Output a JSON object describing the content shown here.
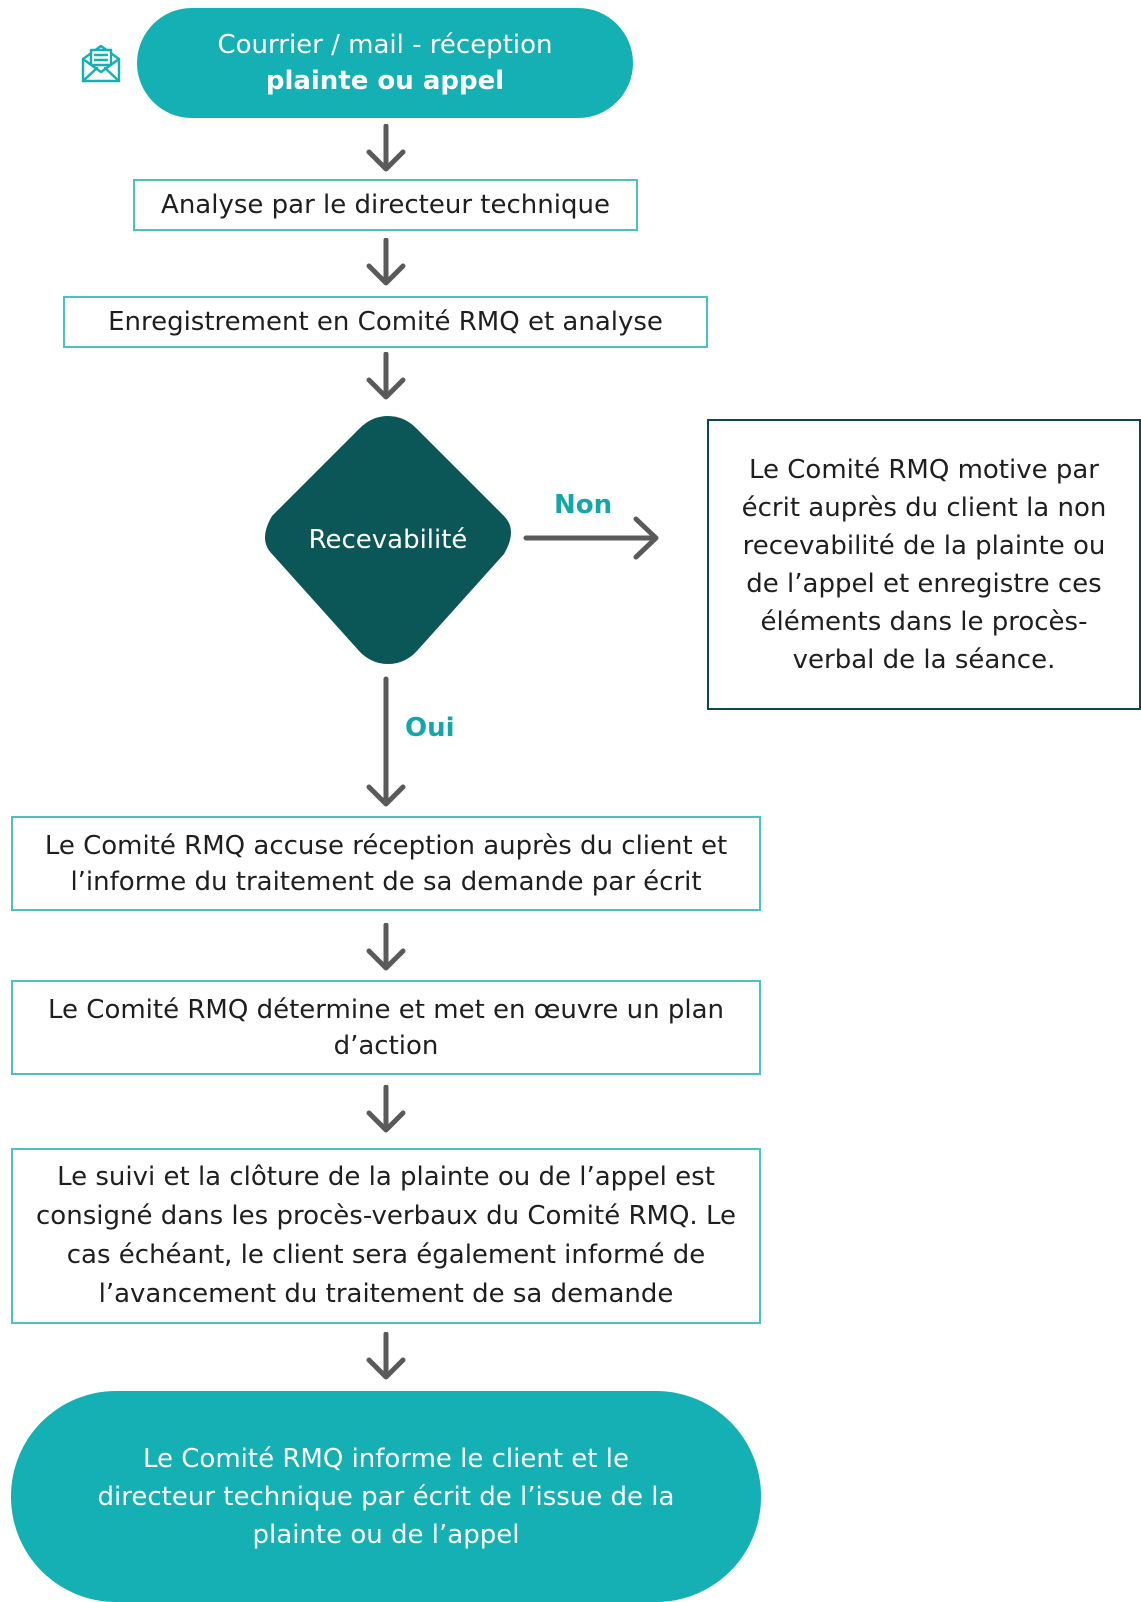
{
  "start": {
    "line1": "Courrier / mail - réception",
    "line2": "plainte ou appel"
  },
  "steps": {
    "analyse": "Analyse par le directeur technique",
    "enregistrement": "Enregistrement en Comité RMQ et analyse",
    "decision": "Recevabilité",
    "no_label": "Non",
    "yes_label": "Oui",
    "rejection": "Le Comité RMQ motive par écrit auprès du client la non recevabilité de la plainte ou de l’appel et enregistre ces éléments dans le procès-verbal de la séance.",
    "accuse": "Le Comité RMQ accuse réception auprès du client et l’informe du traitement de sa demande par écrit",
    "plan": "Le Comité RMQ détermine et met en œuvre un plan d’action",
    "suivi": "Le suivi et la clôture de la plainte ou de l’appel est consigné dans les procès-verbaux du Comité RMQ. Le cas échéant, le client sera également informé de l’avancement du traitement de sa demande"
  },
  "end": {
    "text": "Le Comité RMQ informe le client et le directeur technique par écrit de l’issue de la plainte ou de l’appel"
  },
  "colors": {
    "teal": "#14b0b3",
    "dark_teal": "#0b5656",
    "arrow": "#5a5a5a",
    "box_border": "#4cc1c1"
  },
  "icons": [
    "mail-icon",
    "arrow-down-icon",
    "arrow-right-icon"
  ]
}
